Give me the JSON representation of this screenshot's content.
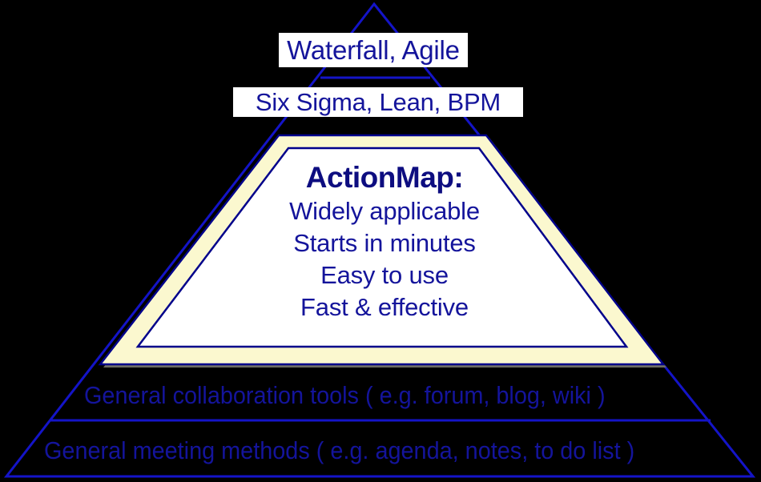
{
  "diagram": {
    "name": "ActionMap positioning pyramid",
    "background_color": "#000000",
    "outline_color": "#1414c8",
    "text_color": "#14149b",
    "highlight_fill": "#fbf8cf",
    "highlight_border": "#00008b",
    "label_box_fill": "#ffffff"
  },
  "tiers": {
    "apex_label": "Waterfall, Agile",
    "second_label": "Six Sigma, Lean, BPM",
    "center": {
      "title": "ActionMap:",
      "bullets": [
        "Widely applicable",
        "Starts in minutes",
        "Easy to use",
        "Fast & effective"
      ]
    },
    "base_bands": [
      "General collaboration tools ( e.g. forum, blog, wiki )",
      "General meeting methods ( e.g. agenda, notes, to do list )"
    ]
  }
}
